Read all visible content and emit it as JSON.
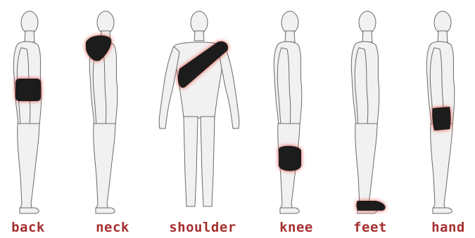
{
  "colors": {
    "label": "#a62f2f",
    "pad": "#1a1a1a",
    "glow": "#e0453a",
    "skin": "#f1f1f1",
    "outline": "#6a6a6a"
  },
  "figures": [
    {
      "label": "back",
      "view": "side",
      "pad_area": "lower back"
    },
    {
      "label": "neck",
      "view": "side",
      "pad_area": "neck and shoulder"
    },
    {
      "label": "shoulder",
      "view": "front",
      "pad_area": "diagonal shoulder"
    },
    {
      "label": "knee",
      "view": "side",
      "pad_area": "knee"
    },
    {
      "label": "feet",
      "view": "side",
      "pad_area": "foot"
    },
    {
      "label": "hand",
      "view": "side",
      "pad_area": "hand"
    }
  ]
}
